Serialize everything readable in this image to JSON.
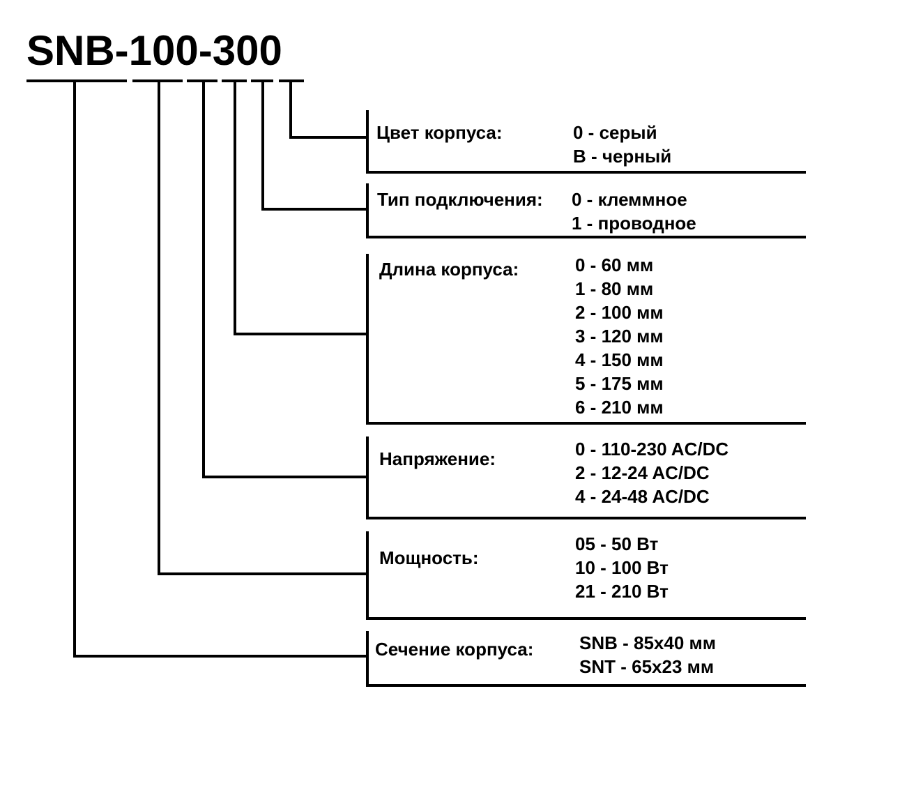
{
  "model_code": "SNB-100-300",
  "groups": [
    {
      "label": "Цвет корпуса:",
      "options": [
        "0 - серый",
        "B - черный"
      ]
    },
    {
      "label": "Тип подключения:",
      "options": [
        "0 - клеммное",
        "1 - проводное"
      ]
    },
    {
      "label": "Длина корпуса:",
      "options": [
        "0 - 60 мм",
        "1 - 80 мм",
        "2 - 100 мм",
        "3 - 120 мм",
        "4 - 150 мм",
        "5 - 175 мм",
        "6 - 210 мм"
      ]
    },
    {
      "label": "Напряжение:",
      "options": [
        "0 - 110-230 AC/DC",
        "2 - 12-24 AC/DC",
        "4 - 24-48 AC/DC"
      ]
    },
    {
      "label": "Мощность:",
      "options": [
        "05 - 50 Вт",
        "10 - 100 Вт",
        "21 - 210 Вт"
      ]
    },
    {
      "label": "Сечение корпуса:",
      "options": [
        "SNB - 85x40 мм",
        "SNT - 65x23 мм"
      ]
    }
  ],
  "colors": {
    "ink": "#000000",
    "background": "#ffffff"
  }
}
